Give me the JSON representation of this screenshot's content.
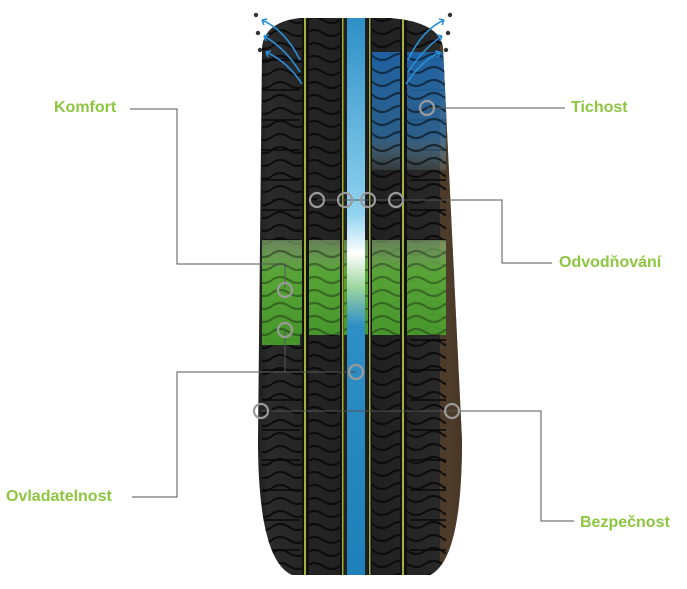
{
  "colors": {
    "label": "#8dc63f",
    "leader": "#555555",
    "tire_dark": "#1c1c1c",
    "tread_block": "#2b2b2b",
    "groove_line": "#a4b23a",
    "center_rib": "#2e8fc6",
    "noise_zone": "#1f6fc0",
    "comfort_zone": "#5fb63a",
    "rim_edge": "#6b4a2a",
    "arrow": "#2a8fd6"
  },
  "labels": {
    "komfort": "Komfort",
    "tichost": "Tichost",
    "odvodnovani": "Odvodňování",
    "ovladatelnost": "Ovladatelnost",
    "bezpecnost": "Bezpečnost"
  },
  "icons": {
    "marker": "circle-marker-icon",
    "airflow": "airflow-arrow-icon",
    "noise": "noise-particle-icon"
  }
}
